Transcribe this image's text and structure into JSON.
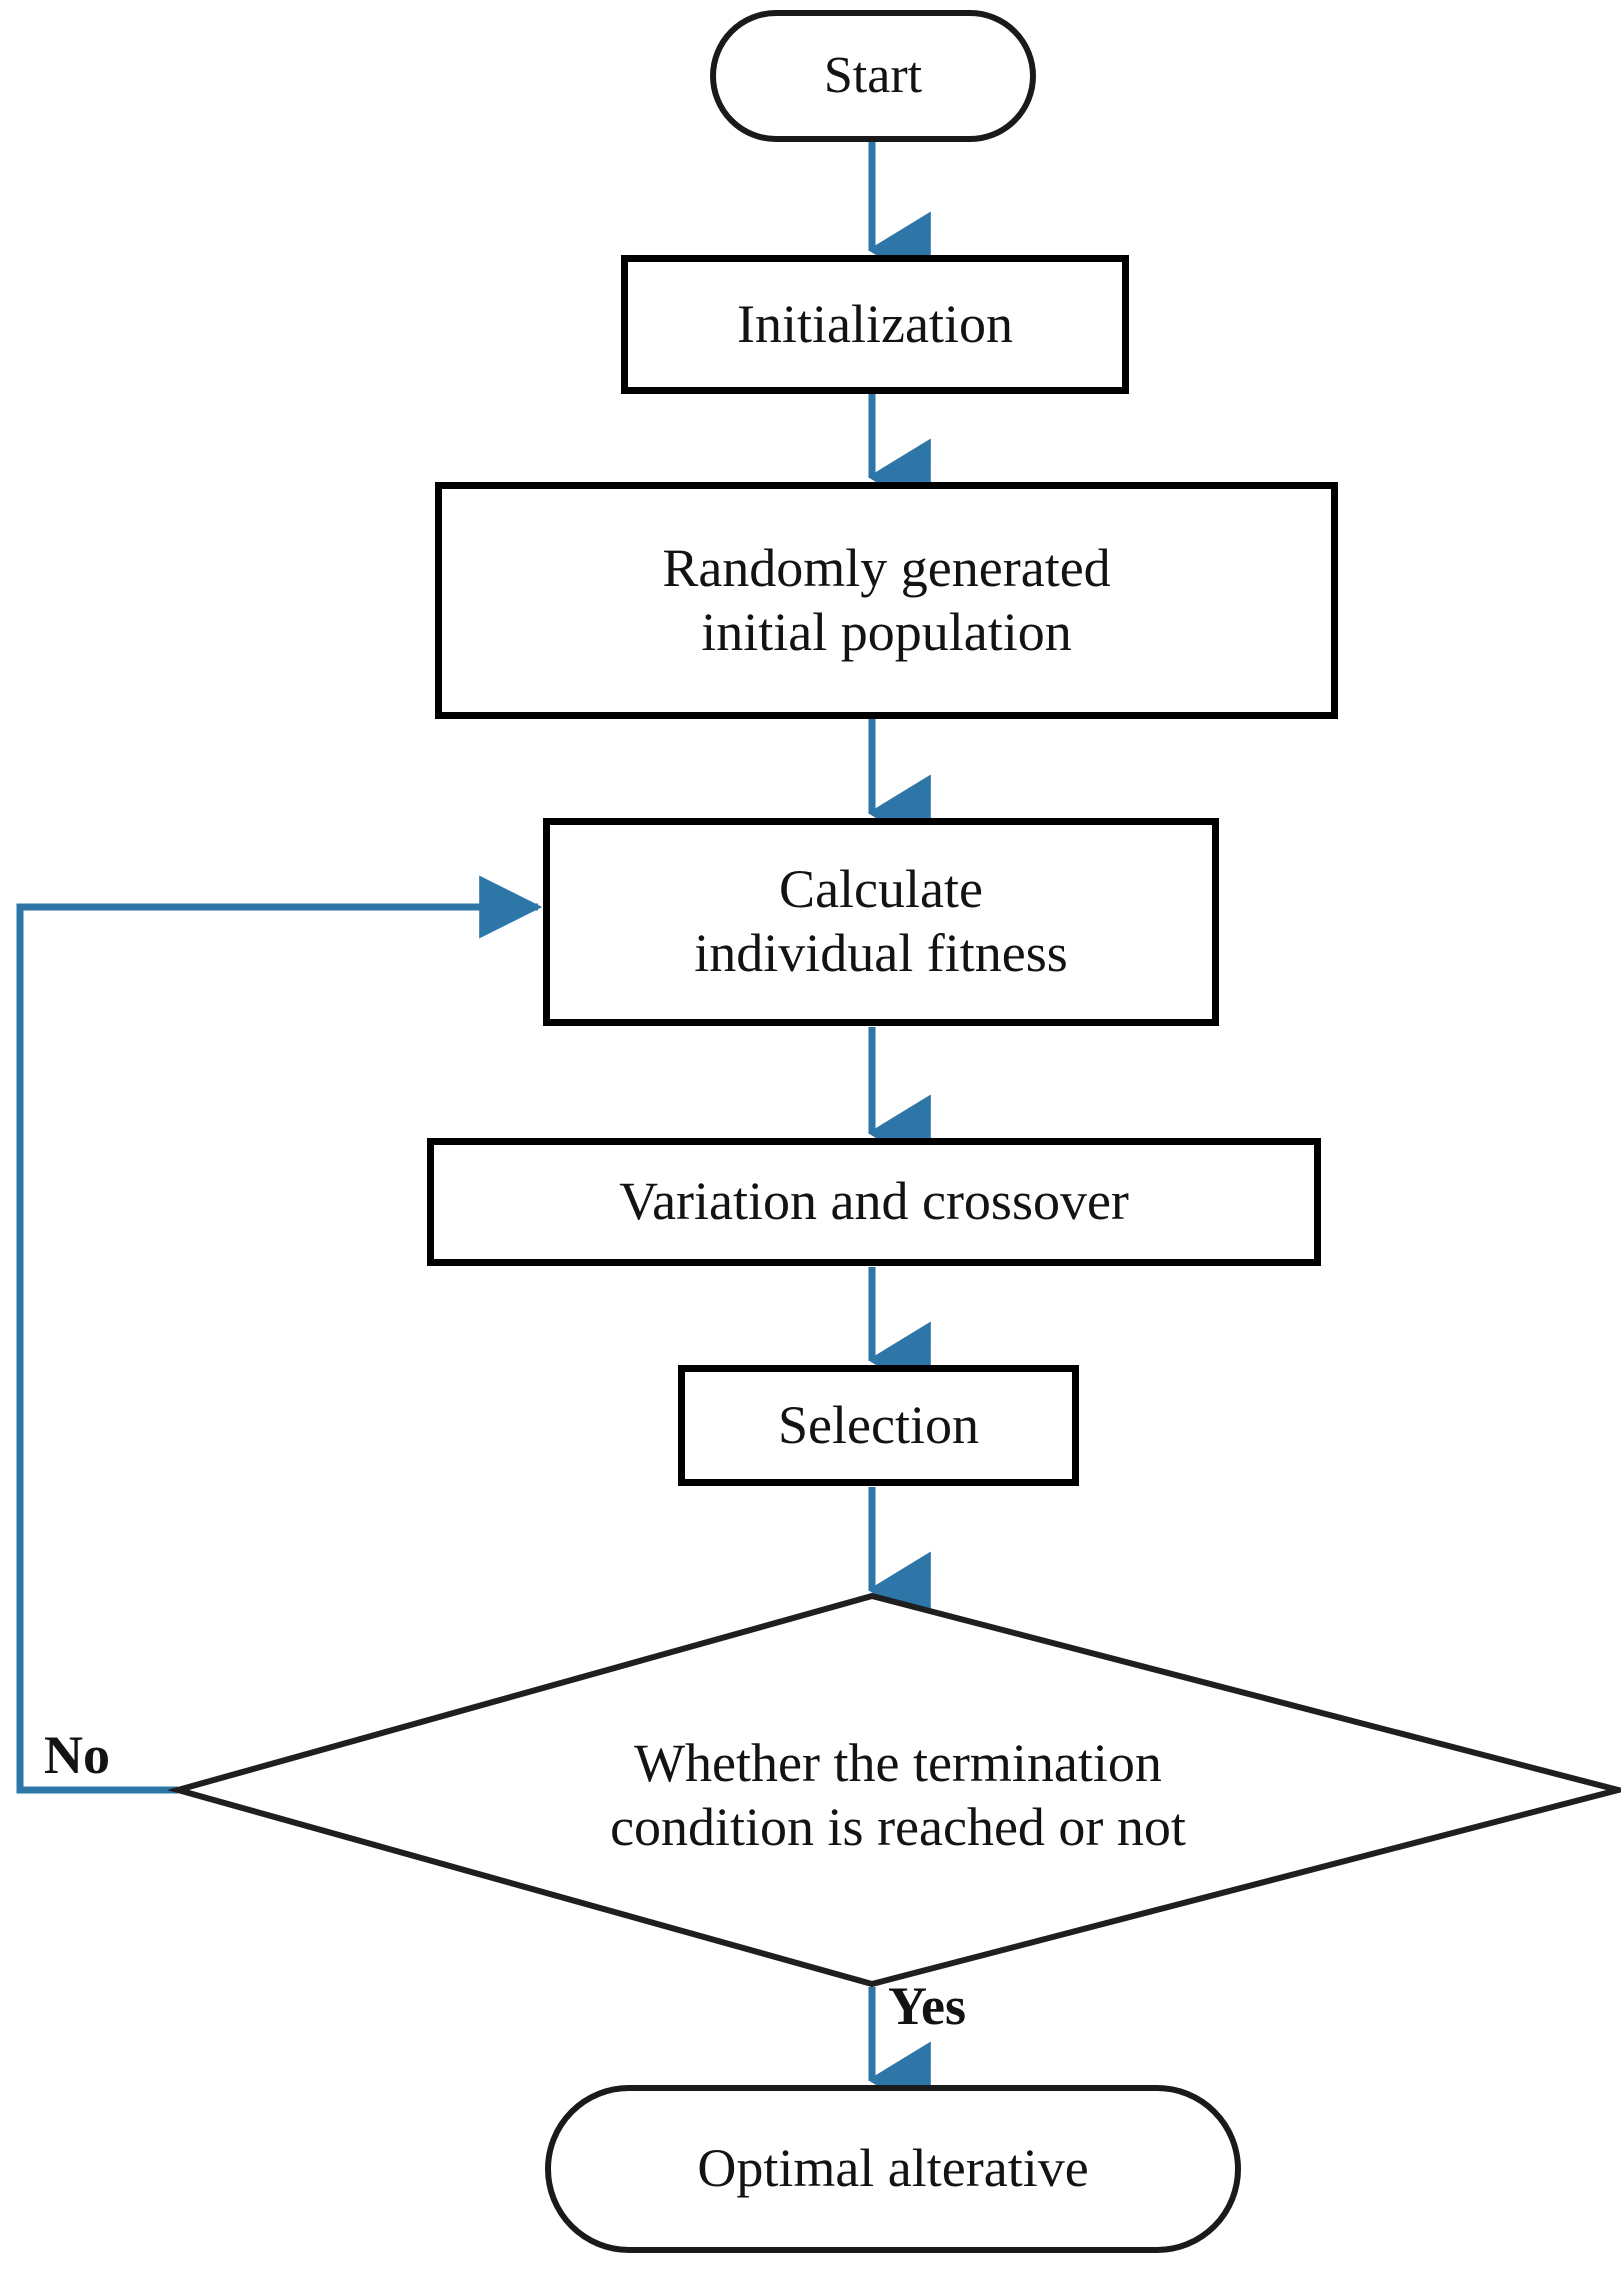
{
  "diagram": {
    "title": "Genetic algorithm optimization flowchart",
    "type": "flowchart",
    "colors": {
      "connector": "#2E75A8",
      "node_border": "#000000",
      "node_fill": "#FFFFFF",
      "text": "#131313",
      "background": "#FFFFFF"
    },
    "nodes": [
      {
        "id": "start",
        "shape": "stadium",
        "label": "Start"
      },
      {
        "id": "init",
        "shape": "rectangle",
        "label": "Initialization"
      },
      {
        "id": "population",
        "shape": "rectangle",
        "label": "Randomly generated\ninitial population"
      },
      {
        "id": "fitness",
        "shape": "rectangle",
        "label": "Calculate\nindividual fitness"
      },
      {
        "id": "variation",
        "shape": "rectangle",
        "label": "Variation and crossover"
      },
      {
        "id": "selection",
        "shape": "rectangle",
        "label": "Selection"
      },
      {
        "id": "decision",
        "shape": "diamond",
        "label": "Whether the termination\ncondition is reached or not"
      },
      {
        "id": "optimal",
        "shape": "stadium",
        "label": "Optimal alterative"
      }
    ],
    "edges": [
      {
        "from": "start",
        "to": "init",
        "label": ""
      },
      {
        "from": "init",
        "to": "population",
        "label": ""
      },
      {
        "from": "population",
        "to": "fitness",
        "label": ""
      },
      {
        "from": "fitness",
        "to": "variation",
        "label": ""
      },
      {
        "from": "variation",
        "to": "selection",
        "label": ""
      },
      {
        "from": "selection",
        "to": "decision",
        "label": ""
      },
      {
        "from": "decision",
        "to": "fitness",
        "label": "No"
      },
      {
        "from": "decision",
        "to": "optimal",
        "label": "Yes"
      }
    ],
    "edge_labels": {
      "no": "No",
      "yes": "Yes"
    }
  }
}
